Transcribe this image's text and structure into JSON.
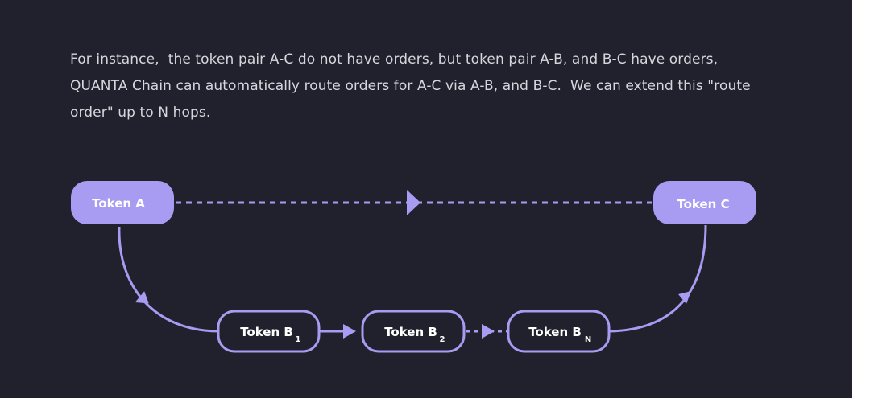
{
  "intro": {
    "line1": "For instance,  the token pair A-C do not have orders, but token pair A-B, and B-C have orders,",
    "line2": "QUANTA Chain can automatically route orders for A-C via A-B, and B-C.  We can extend this \"route",
    "line3": "order\" up to N hops."
  },
  "diagram": {
    "token_a": "Token A",
    "token_c": "Token C",
    "token_b1": {
      "label": "Token B",
      "sub": "1"
    },
    "token_b2": {
      "label": "Token B",
      "sub": "2"
    },
    "token_bn": {
      "label": "Token B",
      "sub": "N"
    },
    "colors": {
      "background": "#21212d",
      "accent": "#a89bf2",
      "node_text_filled": "#ffffff",
      "node_text_outline": "#ffffff"
    }
  }
}
